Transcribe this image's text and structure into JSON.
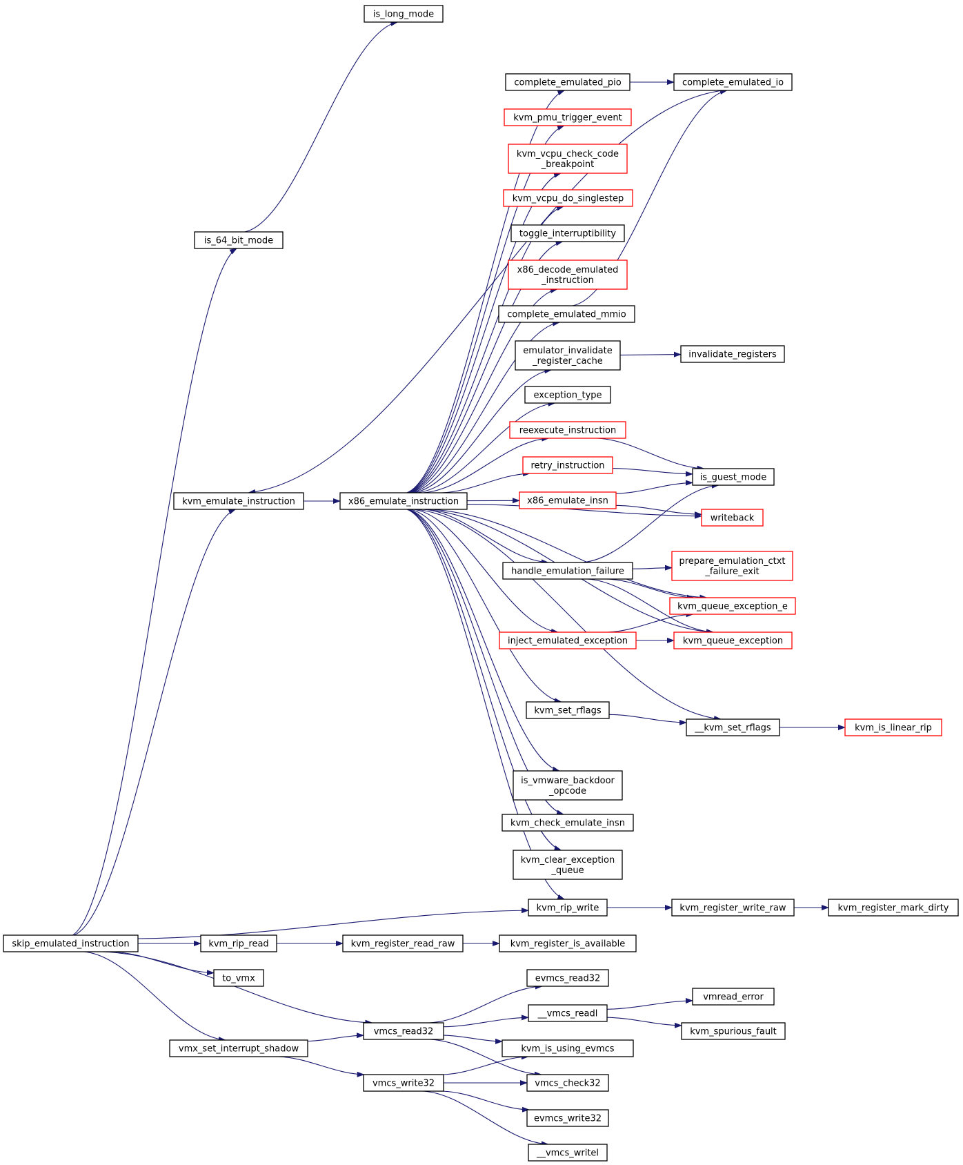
{
  "colors": {
    "edge": "#191970",
    "node_border": "#000000",
    "truncated_border": "#ff0000",
    "root_fill": "#bfbfbf",
    "node_fill": "#ffffff"
  },
  "nodes": {
    "skip": {
      "lines": [
        "skip_emulated_instruction"
      ],
      "kind": "root"
    },
    "is_long_mode": {
      "lines": [
        "is_long_mode"
      ],
      "kind": "normal"
    },
    "is_64_bit_mode": {
      "lines": [
        "is_64_bit_mode"
      ],
      "kind": "normal"
    },
    "kvm_emulate_instruction": {
      "lines": [
        "kvm_emulate_instruction"
      ],
      "kind": "normal"
    },
    "x86_emulate_instruction": {
      "lines": [
        "x86_emulate_instruction"
      ],
      "kind": "normal"
    },
    "complete_emulated_pio": {
      "lines": [
        "complete_emulated_pio"
      ],
      "kind": "normal"
    },
    "complete_emulated_io": {
      "lines": [
        "complete_emulated_io"
      ],
      "kind": "normal"
    },
    "kvm_pmu_trigger_event": {
      "lines": [
        "kvm_pmu_trigger_event"
      ],
      "kind": "truncated"
    },
    "kvm_vcpu_check_code_breakpoint": {
      "lines": [
        "kvm_vcpu_check_code",
        "_breakpoint"
      ],
      "kind": "truncated"
    },
    "kvm_vcpu_do_singlestep": {
      "lines": [
        "kvm_vcpu_do_singlestep"
      ],
      "kind": "truncated"
    },
    "toggle_interruptibility": {
      "lines": [
        "toggle_interruptibility"
      ],
      "kind": "normal"
    },
    "x86_decode_emulated_instruction": {
      "lines": [
        "x86_decode_emulated",
        "_instruction"
      ],
      "kind": "truncated"
    },
    "complete_emulated_mmio": {
      "lines": [
        "complete_emulated_mmio"
      ],
      "kind": "normal"
    },
    "emulator_invalidate_register_cache": {
      "lines": [
        "emulator_invalidate",
        "_register_cache"
      ],
      "kind": "normal"
    },
    "invalidate_registers": {
      "lines": [
        "invalidate_registers"
      ],
      "kind": "normal"
    },
    "exception_type": {
      "lines": [
        "exception_type"
      ],
      "kind": "normal"
    },
    "reexecute_instruction": {
      "lines": [
        "reexecute_instruction"
      ],
      "kind": "truncated"
    },
    "retry_instruction": {
      "lines": [
        "retry_instruction"
      ],
      "kind": "truncated"
    },
    "is_guest_mode": {
      "lines": [
        "is_guest_mode"
      ],
      "kind": "normal"
    },
    "x86_emulate_insn": {
      "lines": [
        "x86_emulate_insn"
      ],
      "kind": "truncated"
    },
    "writeback": {
      "lines": [
        "writeback"
      ],
      "kind": "truncated"
    },
    "handle_emulation_failure": {
      "lines": [
        "handle_emulation_failure"
      ],
      "kind": "normal"
    },
    "prepare_emulation_ctxt_failure_exit": {
      "lines": [
        "prepare_emulation_ctxt",
        "_failure_exit"
      ],
      "kind": "truncated"
    },
    "kvm_queue_exception_e": {
      "lines": [
        "kvm_queue_exception_e"
      ],
      "kind": "truncated"
    },
    "inject_emulated_exception": {
      "lines": [
        "inject_emulated_exception"
      ],
      "kind": "truncated"
    },
    "kvm_queue_exception": {
      "lines": [
        "kvm_queue_exception"
      ],
      "kind": "truncated"
    },
    "kvm_set_rflags": {
      "lines": [
        "kvm_set_rflags"
      ],
      "kind": "normal"
    },
    "__kvm_set_rflags": {
      "lines": [
        "__kvm_set_rflags"
      ],
      "kind": "normal"
    },
    "kvm_is_linear_rip": {
      "lines": [
        "kvm_is_linear_rip"
      ],
      "kind": "truncated"
    },
    "is_vmware_backdoor_opcode": {
      "lines": [
        "is_vmware_backdoor",
        "_opcode"
      ],
      "kind": "normal"
    },
    "kvm_check_emulate_insn": {
      "lines": [
        "kvm_check_emulate_insn"
      ],
      "kind": "normal"
    },
    "kvm_clear_exception_queue": {
      "lines": [
        "kvm_clear_exception",
        "_queue"
      ],
      "kind": "normal"
    },
    "kvm_rip_write": {
      "lines": [
        "kvm_rip_write"
      ],
      "kind": "normal"
    },
    "kvm_register_write_raw": {
      "lines": [
        "kvm_register_write_raw"
      ],
      "kind": "normal"
    },
    "kvm_register_mark_dirty": {
      "lines": [
        "kvm_register_mark_dirty"
      ],
      "kind": "normal"
    },
    "kvm_rip_read": {
      "lines": [
        "kvm_rip_read"
      ],
      "kind": "normal"
    },
    "kvm_register_read_raw": {
      "lines": [
        "kvm_register_read_raw"
      ],
      "kind": "normal"
    },
    "kvm_register_is_available": {
      "lines": [
        "kvm_register_is_available"
      ],
      "kind": "normal"
    },
    "to_vmx": {
      "lines": [
        "to_vmx"
      ],
      "kind": "normal"
    },
    "evmcs_read32": {
      "lines": [
        "evmcs_read32"
      ],
      "kind": "normal"
    },
    "__vmcs_readl": {
      "lines": [
        "__vmcs_readl"
      ],
      "kind": "normal"
    },
    "vmread_error": {
      "lines": [
        "vmread_error"
      ],
      "kind": "normal"
    },
    "kvm_spurious_fault": {
      "lines": [
        "kvm_spurious_fault"
      ],
      "kind": "normal"
    },
    "vmcs_read32": {
      "lines": [
        "vmcs_read32"
      ],
      "kind": "normal"
    },
    "vmx_set_interrupt_shadow": {
      "lines": [
        "vmx_set_interrupt_shadow"
      ],
      "kind": "normal"
    },
    "kvm_is_using_evmcs": {
      "lines": [
        "kvm_is_using_evmcs"
      ],
      "kind": "normal"
    },
    "vmcs_write32": {
      "lines": [
        "vmcs_write32"
      ],
      "kind": "normal"
    },
    "vmcs_check32": {
      "lines": [
        "vmcs_check32"
      ],
      "kind": "normal"
    },
    "evmcs_write32": {
      "lines": [
        "evmcs_write32"
      ],
      "kind": "normal"
    },
    "__vmcs_writel": {
      "lines": [
        "__vmcs_writel"
      ],
      "kind": "normal"
    }
  },
  "edges": [
    [
      "is_64_bit_mode",
      "is_long_mode"
    ],
    [
      "skip",
      "is_64_bit_mode"
    ],
    [
      "skip",
      "kvm_emulate_instruction"
    ],
    [
      "complete_emulated_io",
      "kvm_emulate_instruction"
    ],
    [
      "kvm_emulate_instruction",
      "x86_emulate_instruction"
    ],
    [
      "x86_emulate_instruction",
      "complete_emulated_pio"
    ],
    [
      "complete_emulated_pio",
      "complete_emulated_io"
    ],
    [
      "complete_emulated_mmio",
      "complete_emulated_io"
    ],
    [
      "x86_emulate_instruction",
      "kvm_pmu_trigger_event"
    ],
    [
      "x86_emulate_instruction",
      "kvm_vcpu_check_code_breakpoint"
    ],
    [
      "x86_emulate_instruction",
      "kvm_vcpu_do_singlestep"
    ],
    [
      "x86_emulate_instruction",
      "toggle_interruptibility"
    ],
    [
      "x86_emulate_instruction",
      "x86_decode_emulated_instruction"
    ],
    [
      "x86_emulate_instruction",
      "complete_emulated_mmio"
    ],
    [
      "x86_emulate_instruction",
      "emulator_invalidate_register_cache"
    ],
    [
      "emulator_invalidate_register_cache",
      "invalidate_registers"
    ],
    [
      "x86_emulate_instruction",
      "exception_type"
    ],
    [
      "x86_emulate_instruction",
      "reexecute_instruction"
    ],
    [
      "reexecute_instruction",
      "is_guest_mode"
    ],
    [
      "x86_emulate_instruction",
      "retry_instruction"
    ],
    [
      "retry_instruction",
      "is_guest_mode"
    ],
    [
      "x86_emulate_instruction",
      "x86_emulate_insn"
    ],
    [
      "x86_emulate_insn",
      "is_guest_mode"
    ],
    [
      "x86_emulate_insn",
      "writeback"
    ],
    [
      "x86_emulate_instruction",
      "writeback"
    ],
    [
      "x86_emulate_instruction",
      "handle_emulation_failure"
    ],
    [
      "handle_emulation_failure",
      "is_guest_mode"
    ],
    [
      "handle_emulation_failure",
      "prepare_emulation_ctxt_failure_exit"
    ],
    [
      "handle_emulation_failure",
      "kvm_queue_exception_e"
    ],
    [
      "handle_emulation_failure",
      "kvm_queue_exception"
    ],
    [
      "x86_emulate_instruction",
      "kvm_queue_exception_e"
    ],
    [
      "x86_emulate_instruction",
      "inject_emulated_exception"
    ],
    [
      "inject_emulated_exception",
      "kvm_queue_exception_e"
    ],
    [
      "inject_emulated_exception",
      "kvm_queue_exception"
    ],
    [
      "x86_emulate_instruction",
      "kvm_queue_exception"
    ],
    [
      "x86_emulate_instruction",
      "kvm_set_rflags"
    ],
    [
      "kvm_set_rflags",
      "__kvm_set_rflags"
    ],
    [
      "x86_emulate_instruction",
      "__kvm_set_rflags"
    ],
    [
      "__kvm_set_rflags",
      "kvm_is_linear_rip"
    ],
    [
      "x86_emulate_instruction",
      "is_vmware_backdoor_opcode"
    ],
    [
      "x86_emulate_instruction",
      "kvm_check_emulate_insn"
    ],
    [
      "x86_emulate_instruction",
      "kvm_clear_exception_queue"
    ],
    [
      "x86_emulate_instruction",
      "kvm_rip_write"
    ],
    [
      "skip",
      "kvm_rip_write"
    ],
    [
      "kvm_rip_write",
      "kvm_register_write_raw"
    ],
    [
      "kvm_register_write_raw",
      "kvm_register_mark_dirty"
    ],
    [
      "skip",
      "kvm_rip_read"
    ],
    [
      "kvm_rip_read",
      "kvm_register_read_raw"
    ],
    [
      "kvm_register_read_raw",
      "kvm_register_is_available"
    ],
    [
      "skip",
      "to_vmx"
    ],
    [
      "skip",
      "vmcs_read32"
    ],
    [
      "skip",
      "vmx_set_interrupt_shadow"
    ],
    [
      "vmx_set_interrupt_shadow",
      "vmcs_read32"
    ],
    [
      "vmx_set_interrupt_shadow",
      "vmcs_write32"
    ],
    [
      "vmcs_read32",
      "evmcs_read32"
    ],
    [
      "vmcs_read32",
      "__vmcs_readl"
    ],
    [
      "__vmcs_readl",
      "vmread_error"
    ],
    [
      "__vmcs_readl",
      "kvm_spurious_fault"
    ],
    [
      "vmcs_read32",
      "kvm_is_using_evmcs"
    ],
    [
      "vmcs_read32",
      "vmcs_check32"
    ],
    [
      "vmcs_write32",
      "kvm_is_using_evmcs"
    ],
    [
      "vmcs_write32",
      "vmcs_check32"
    ],
    [
      "vmcs_write32",
      "evmcs_write32"
    ],
    [
      "vmcs_write32",
      "__vmcs_writel"
    ]
  ]
}
